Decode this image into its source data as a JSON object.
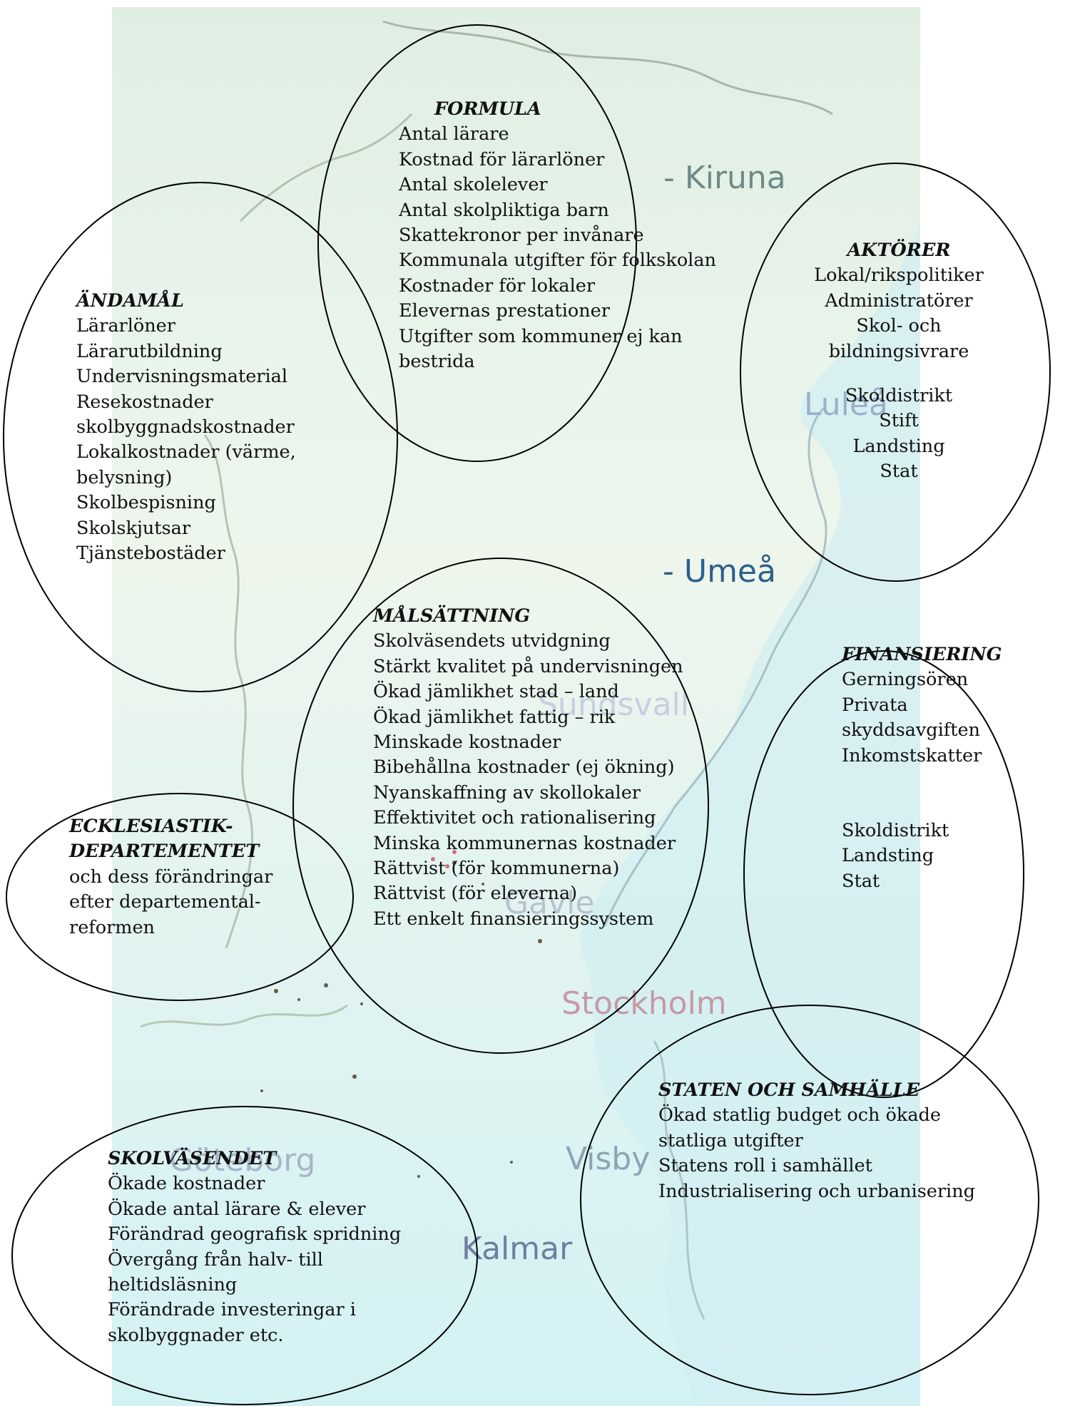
{
  "places": {
    "kiruna": "- Kiruna",
    "lulea": "Luleå",
    "umea": "- Umeå",
    "sundsvall": "Sundsvall",
    "gavle": "Gävle",
    "stockholm": "Stockholm",
    "goteborg": "Göteborg",
    "visby": "Visby",
    "kalmar": "Kalmar"
  },
  "colors": {
    "map_background": "#e4f2ea",
    "place_label": "#4e6f99",
    "place_label_stockholm": "#d06070",
    "ellipse_stroke": "#000000"
  },
  "bubbles": {
    "formula": {
      "title": "FORMULA",
      "items": [
        "Antal lärare",
        "Kostnad för lärarlöner",
        "Antal skolelever",
        "Antal skolpliktiga barn",
        "Skattekronor per invånare",
        "Kommunala utgifter för folkskolan",
        "Kostnader för lokaler",
        "Elevernas prestationer",
        "Utgifter som kommuner ej kan",
        "bestrida"
      ]
    },
    "aktorer": {
      "title": "AKTÖRER",
      "items_top": [
        "Lokal/rikspolitiker",
        "Administratörer",
        "Skol- och",
        "bildningsivrare"
      ],
      "items_bottom": [
        "Skoldistrikt",
        "Stift",
        "Landsting",
        "Stat"
      ]
    },
    "andamal": {
      "title": "ÄNDAMÅL",
      "items": [
        "Lärarlöner",
        "Lärarutbildning",
        "Undervisningsmaterial",
        "Resekostnader",
        "skolbyggnadskostnader",
        "Lokalkostnader (värme,",
        "belysning)",
        "Skolbespisning",
        "Skolskjutsar",
        "Tjänstebostäder"
      ]
    },
    "malsattning": {
      "title": "MÅLSÄTTNING",
      "items": [
        "Skolväsendets utvidgning",
        "Stärkt kvalitet på undervisningen",
        "Ökad jämlikhet stad – land",
        "Ökad jämlikhet fattig – rik",
        "Minskade kostnader",
        "Bibehållna kostnader (ej ökning)",
        "Nyanskaffning av skollokaler",
        "Effektivitet och rationalisering",
        "Minska kommunernas kostnader",
        "Rättvist (för kommunerna)",
        "Rättvist (för eleverna)",
        "Ett enkelt finansieringssystem"
      ]
    },
    "finansiering": {
      "title": "FINANSIERING",
      "items_top": [
        "Gerningsören",
        "Privata",
        "skyddsavgiften",
        "Inkomstskatter"
      ],
      "items_bottom": [
        "Skoldistrikt",
        "Landsting",
        "Stat"
      ]
    },
    "ecklesiastik": {
      "title_line1": "ECKLESIASTIK-",
      "title_line2": "DEPARTEMENTET",
      "items": [
        "och dess förändringar",
        "efter departemental-",
        "reformen"
      ]
    },
    "skolvasendet": {
      "title": "SKOLVÄSENDET",
      "items": [
        "Ökade kostnader",
        "Ökade antal lärare & elever",
        "Förändrad geografisk spridning",
        "Övergång från halv- till",
        "heltidsläsning",
        "Förändrade investeringar i",
        "skolbyggnader etc."
      ]
    },
    "staten": {
      "title": "STATEN OCH SAMHÄLLE",
      "items": [
        "Ökad statlig budget och ökade",
        "statliga utgifter",
        "Statens roll i samhället",
        "Industrialisering och urbanisering"
      ]
    }
  }
}
